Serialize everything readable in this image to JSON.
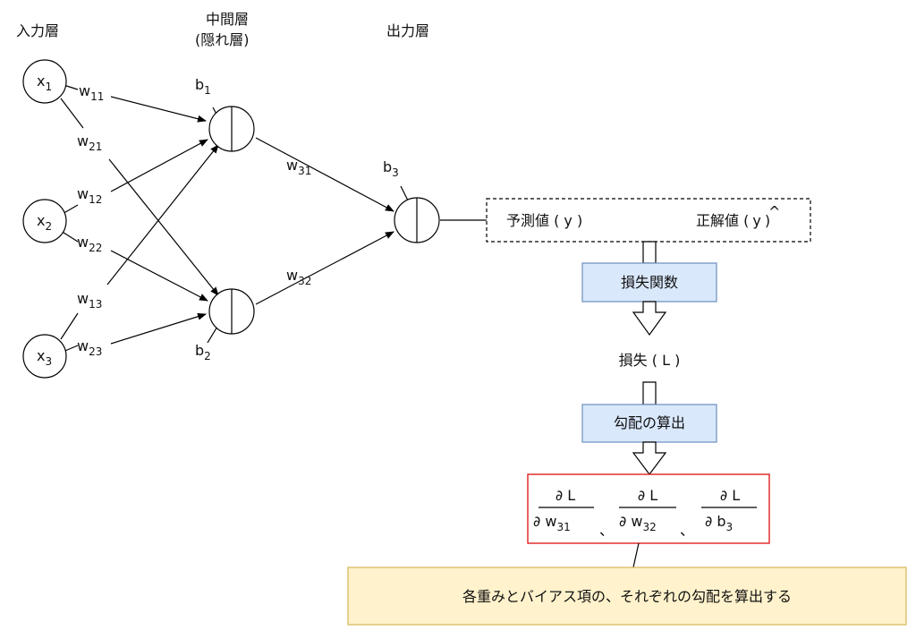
{
  "layers": {
    "input": "入力層",
    "hidden_line1": "中間層",
    "hidden_line2": "(隠れ層)",
    "output": "出力層"
  },
  "nodes": {
    "x1": {
      "base": "x",
      "sub": "1"
    },
    "x2": {
      "base": "x",
      "sub": "2"
    },
    "x3": {
      "base": "x",
      "sub": "3"
    }
  },
  "weights": {
    "w11": {
      "base": "w",
      "sub": "11"
    },
    "w21": {
      "base": "w",
      "sub": "21"
    },
    "w12": {
      "base": "w",
      "sub": "12"
    },
    "w22": {
      "base": "w",
      "sub": "22"
    },
    "w13": {
      "base": "w",
      "sub": "13"
    },
    "w23": {
      "base": "w",
      "sub": "23"
    },
    "w31": {
      "base": "w",
      "sub": "31"
    },
    "w32": {
      "base": "w",
      "sub": "32"
    }
  },
  "biases": {
    "b1": {
      "base": "b",
      "sub": "1"
    },
    "b2": {
      "base": "b",
      "sub": "2"
    },
    "b3": {
      "base": "b",
      "sub": "3"
    }
  },
  "output_box": {
    "prediction": "予測値 ( y )",
    "truth_prefix": "正解値 (",
    "truth_var": "y",
    "truth_hat": "^",
    "truth_suffix": ")"
  },
  "flow": {
    "loss_function": "損失関数",
    "loss": "損失 ( L )",
    "gradient_calc": "勾配の算出"
  },
  "gradients": [
    {
      "num": "∂ L",
      "den_base": "∂ w",
      "den_sub": "31",
      "sep": "、"
    },
    {
      "num": "∂ L",
      "den_base": "∂ w",
      "den_sub": "32",
      "sep": "、"
    },
    {
      "num": "∂ L",
      "den_base": "∂ b",
      "den_sub": "3",
      "sep": ""
    }
  ],
  "note": "各重みとバイアス項の、それぞれの勾配を算出する",
  "colors": {
    "process_fill": "#dae8fc",
    "process_stroke": "#6c8ebf",
    "gradient_border": "#e02020",
    "note_fill": "#fff2cc",
    "note_stroke": "#d6b656"
  }
}
